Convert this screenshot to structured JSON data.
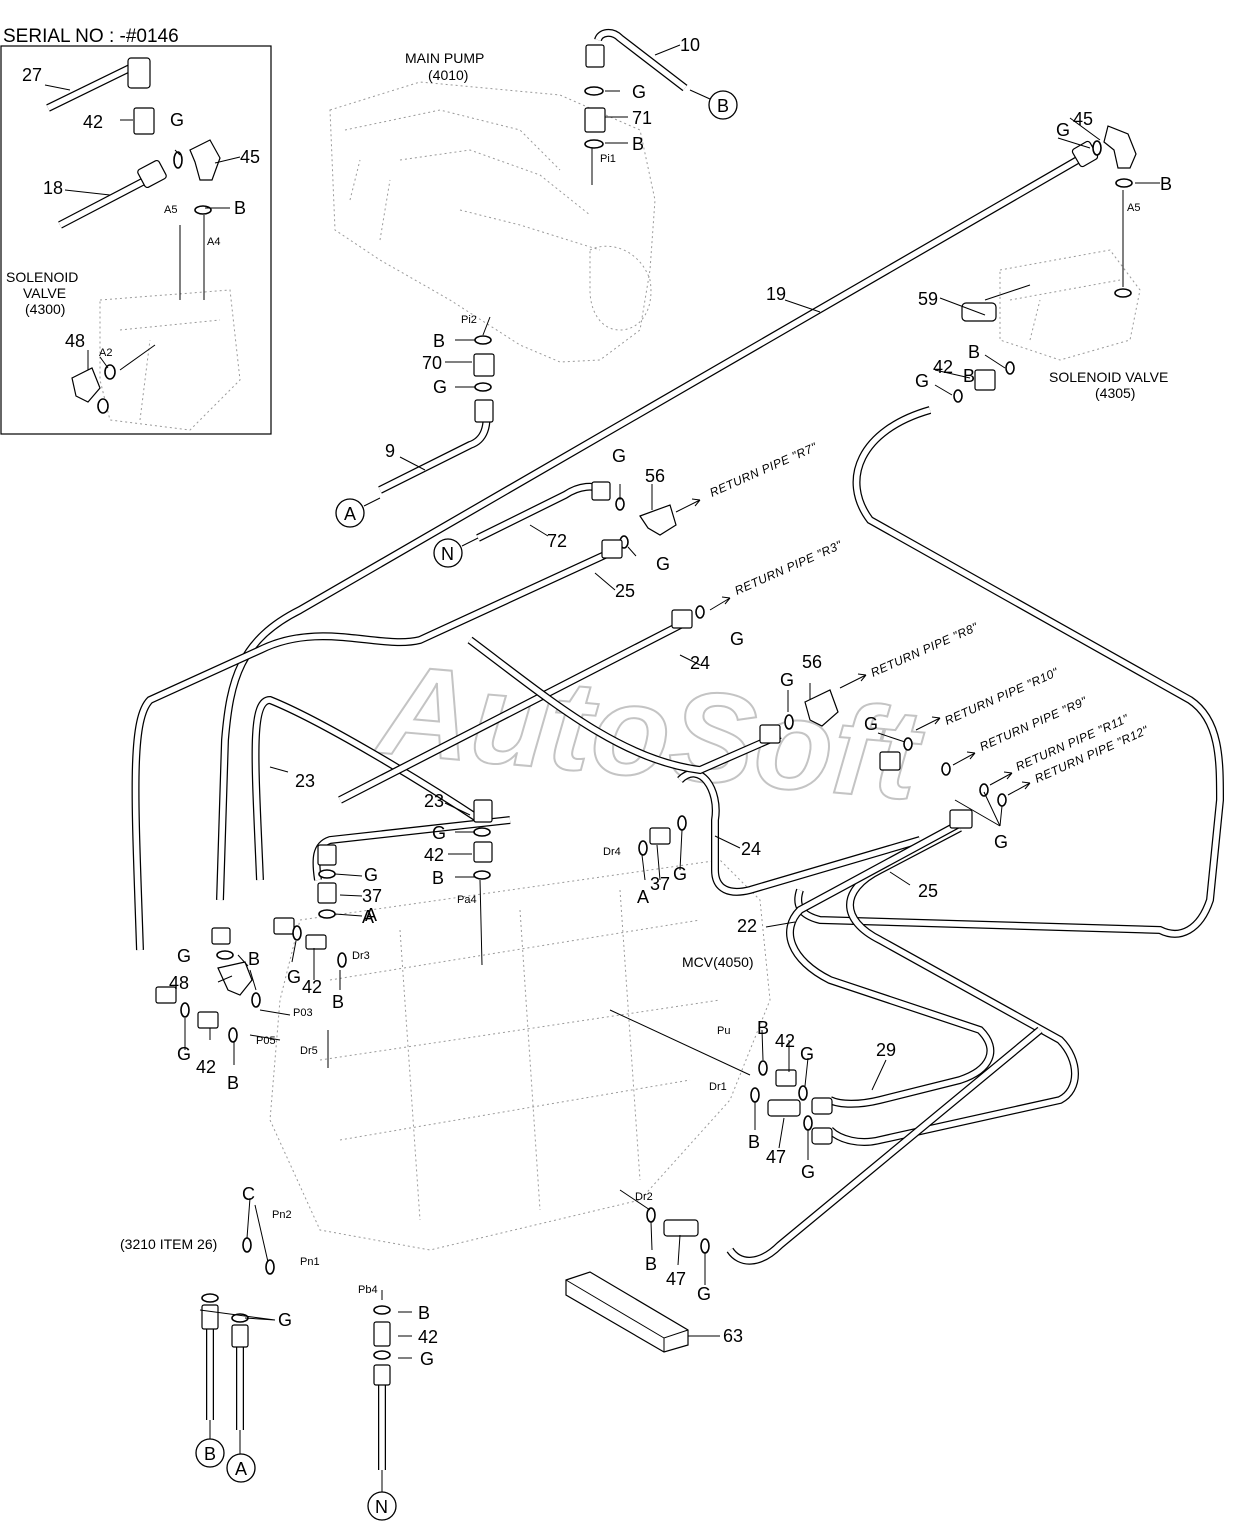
{
  "header": {
    "serial": "SERIAL NO : -#0146"
  },
  "watermark": "AutoSoft",
  "components": {
    "main_pump": {
      "line1": "MAIN PUMP",
      "line2": "(4010)"
    },
    "solenoid_valve_4305": {
      "line1": "SOLENOID VALVE",
      "line2": "(4305)"
    },
    "solenoid_valve_4300": {
      "line1": "SOLENOID",
      "line2": "VALVE",
      "line3": "(4300)"
    },
    "mcv": {
      "label": "MCV(4050)"
    },
    "ref_3210": {
      "label": "(3210 ITEM 26)"
    }
  },
  "return_pipes": [
    "RETURN PIPE \"R7\"",
    "RETURN PIPE \"R3\"",
    "RETURN PIPE \"R8\"",
    "RETURN PIPE \"R10\"",
    "RETURN PIPE \"R9\"",
    "RETURN PIPE \"R11\"",
    "RETURN PIPE \"R12\""
  ],
  "ports": [
    "Pi1",
    "Pi2",
    "A5",
    "A4",
    "A2",
    "A5",
    "Pa4",
    "Dr4",
    "Dr3",
    "P03",
    "P05",
    "Dr5",
    "Pu",
    "Dr1",
    "Dr2",
    "Pn2",
    "Pn1",
    "Pb4"
  ],
  "part_labels": [
    "10",
    "71",
    "45",
    "59",
    "42",
    "19",
    "9",
    "70",
    "56",
    "72",
    "25",
    "24",
    "56",
    "23",
    "23",
    "42",
    "37",
    "37",
    "24",
    "22",
    "25",
    "48",
    "42",
    "42",
    "29",
    "42",
    "47",
    "47",
    "63",
    "42",
    "27",
    "42",
    "45",
    "18",
    "48"
  ],
  "seal_labels": [
    "G",
    "B",
    "B",
    "G",
    "B",
    "B",
    "G",
    "G",
    "G",
    "G",
    "G",
    "G",
    "B",
    "G",
    "A",
    "A",
    "G",
    "G",
    "G",
    "B",
    "B",
    "B",
    "G",
    "B",
    "B",
    "G",
    "G",
    "B",
    "G",
    "C",
    "G",
    "B",
    "G",
    "G",
    "B",
    "G",
    "B",
    "A"
  ],
  "connectors": [
    "B",
    "A",
    "N",
    "B",
    "A",
    "N"
  ]
}
